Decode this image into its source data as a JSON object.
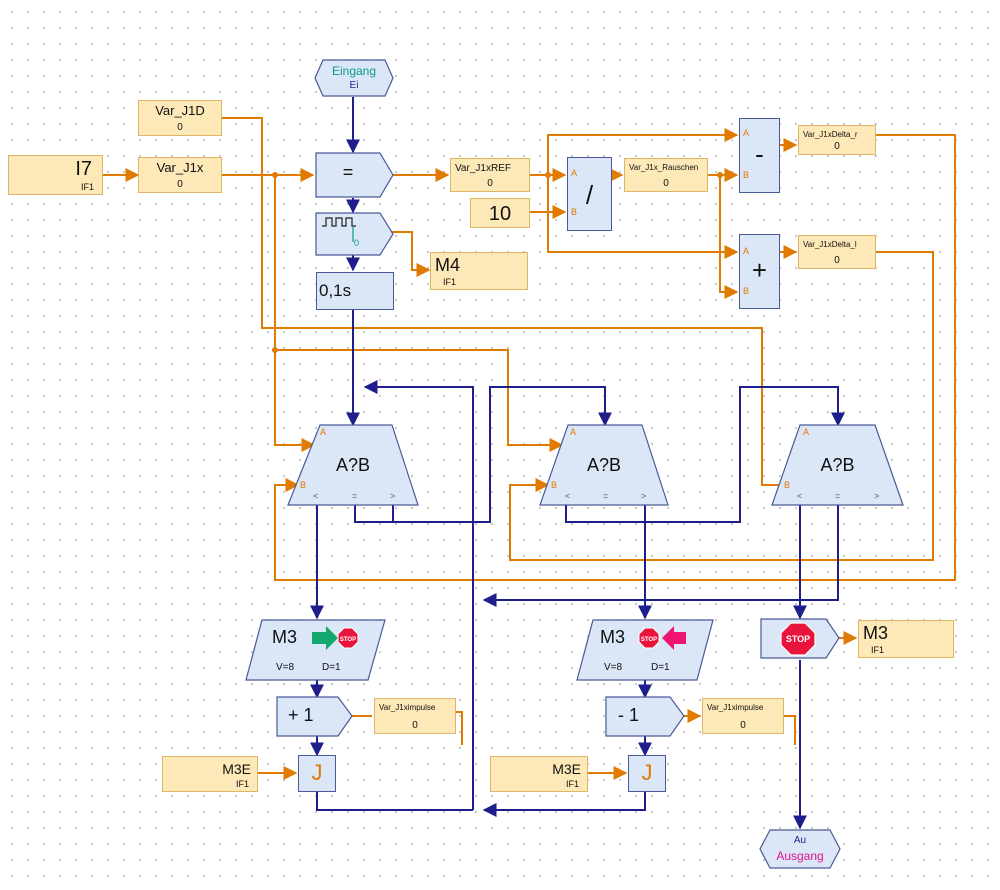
{
  "io": {
    "eingang": {
      "title": "Eingang",
      "sub": "Ei"
    },
    "ausgang": {
      "title": "Ausgang",
      "sub": "Au"
    }
  },
  "inputs": {
    "i7": {
      "name": "I7",
      "iface": "IF1"
    },
    "m3e_left": {
      "name": "M3E",
      "iface": "IF1"
    },
    "m3e_right": {
      "name": "M3E",
      "iface": "IF1"
    }
  },
  "variables": {
    "var_j1d": {
      "name": "Var_J1D",
      "value": "0"
    },
    "var_j1x": {
      "name": "Var_J1x",
      "value": "0"
    },
    "var_j1xref": {
      "name": "Var_J1xREF",
      "value": "0"
    },
    "var_j1x_rauschen": {
      "name": "Var_J1x_Rauschen",
      "value": "0"
    },
    "var_j1xdelta_r": {
      "name": "Var_J1xDelta_r",
      "value": "0"
    },
    "var_j1xdelta_l": {
      "name": "Var_J1xDelta_l",
      "value": "0"
    },
    "var_j1ximpulse_l": {
      "name": "Var_J1ximpulse",
      "value": "0"
    },
    "var_j1ximpulse_r": {
      "name": "Var_J1ximpulse",
      "value": "0"
    }
  },
  "constants": {
    "ten": "10"
  },
  "operators": {
    "assign": "=",
    "divide": "/",
    "minus": "-",
    "plus": "+",
    "inc": "+  1",
    "dec": "-  1",
    "wait": "0,1s",
    "pulse_value": "0",
    "join": "J"
  },
  "comparators": {
    "label": "A?B",
    "port_a": "A",
    "port_b": "B",
    "lt": "<",
    "eq": "=",
    "gt": ">"
  },
  "outputs": {
    "m4": {
      "name": "M4",
      "iface": "IF1"
    },
    "m3_motor": {
      "name": "M3",
      "iface": "IF1"
    },
    "m3_left": {
      "name": "M3",
      "speed": "V=8",
      "dist": "D=1"
    },
    "m3_right": {
      "name": "M3",
      "speed": "V=8",
      "dist": "D=1"
    },
    "stop_label": "STOP"
  },
  "colors": {
    "data_wire": "#e07a00",
    "flow_wire": "#1e1e8c",
    "var_fill": "#fde8b8",
    "op_fill": "#dbe6f7",
    "stop_red": "#e8143c",
    "arrow_green": "#12a86e",
    "arrow_pink": "#ee1470",
    "io_teal": "#0a9a8a",
    "io_pink": "#e0148c"
  }
}
